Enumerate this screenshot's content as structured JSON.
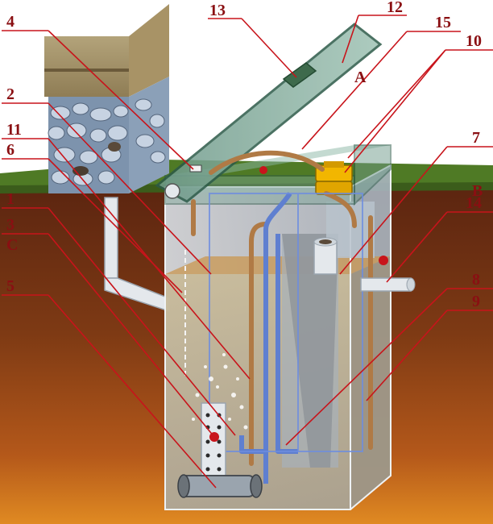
{
  "diagram": {
    "callouts": [
      {
        "id": "c4",
        "text": "4"
      },
      {
        "id": "c13",
        "text": "13"
      },
      {
        "id": "c12",
        "text": "12"
      },
      {
        "id": "c15",
        "text": "15"
      },
      {
        "id": "c10",
        "text": "10"
      },
      {
        "id": "cA",
        "text": "A"
      },
      {
        "id": "c2",
        "text": "2"
      },
      {
        "id": "c11",
        "text": "11"
      },
      {
        "id": "c6",
        "text": "6"
      },
      {
        "id": "c7",
        "text": "7"
      },
      {
        "id": "cB",
        "text": "B"
      },
      {
        "id": "c1",
        "text": "1"
      },
      {
        "id": "c14",
        "text": "14"
      },
      {
        "id": "c3",
        "text": "3"
      },
      {
        "id": "cC",
        "text": "C"
      },
      {
        "id": "c8",
        "text": "8"
      },
      {
        "id": "c5",
        "text": "5"
      },
      {
        "id": "c9",
        "text": "9"
      }
    ],
    "colors": {
      "label": "#8a0f12",
      "leader": "#c8141b",
      "grass": "#4f7a25",
      "soil_top": "#6b2a10",
      "soil_bottom": "#d9761c",
      "tank_glass": "#c9d3dc",
      "water": "#b9ad93",
      "brown_pipe": "#b07a45",
      "blue_pipe": "#5f7fd0",
      "compressor": "#f2b600"
    }
  }
}
